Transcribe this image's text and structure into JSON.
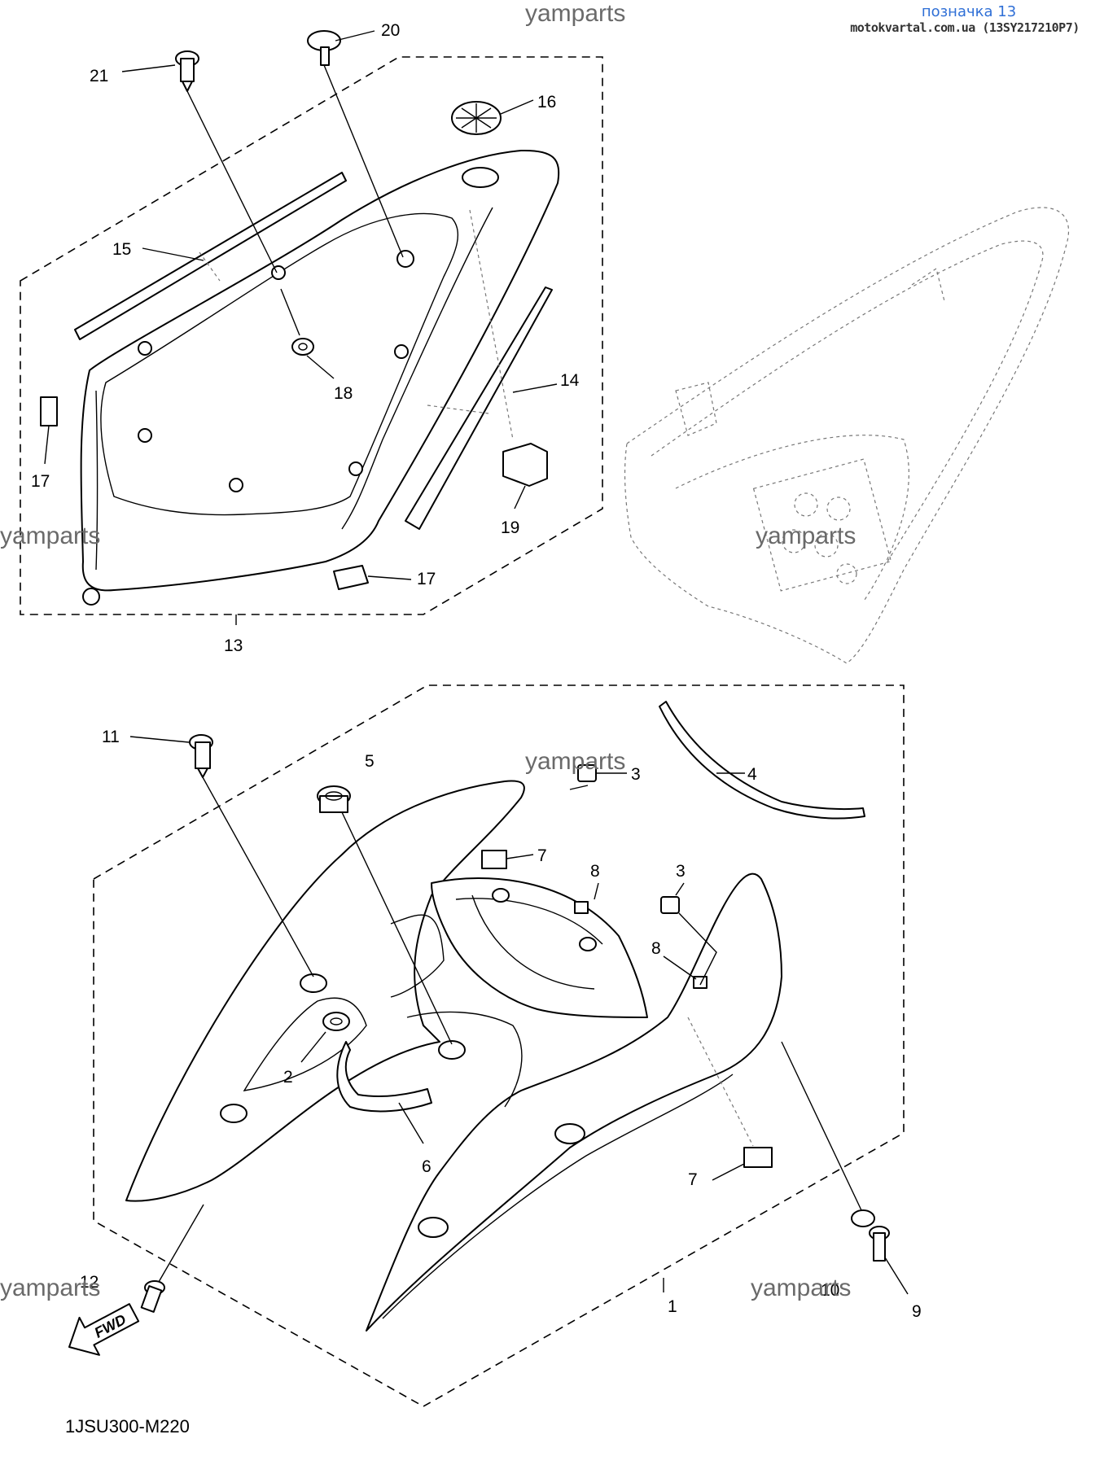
{
  "header": {
    "reference_label": "позначка 13",
    "site_label": "motokvartal.com.ua (13SY217210P7)"
  },
  "watermarks": [
    "yamparts",
    "yamparts",
    "yamparts",
    "yamparts",
    "yamparts",
    "yamparts"
  ],
  "callouts": {
    "c1": "1",
    "c2": "2",
    "c3a": "3",
    "c3b": "3",
    "c4": "4",
    "c5": "5",
    "c6": "6",
    "c7a": "7",
    "c7b": "7",
    "c8a": "8",
    "c8b": "8",
    "c9": "9",
    "c10": "10",
    "c11": "11",
    "c12": "12",
    "c13": "13",
    "c14": "14",
    "c15": "15",
    "c16": "16",
    "c17a": "17",
    "c17b": "17",
    "c18": "18",
    "c19": "19",
    "c20": "20",
    "c21": "21"
  },
  "fwd_label": "FWD",
  "drawing_code": "1JSU300-M220"
}
